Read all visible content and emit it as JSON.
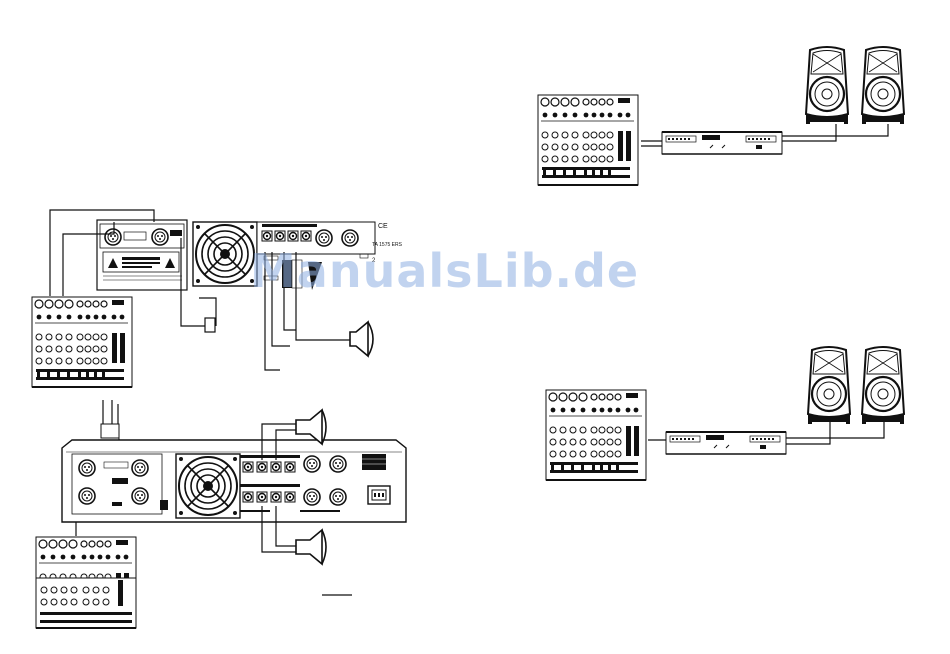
{
  "page": {
    "watermark": "ManualsLib.de",
    "panel_labels": {
      "ce_mark": "CE",
      "model_tag": "TA 1575 ERS",
      "channel_tag": "2"
    }
  },
  "colors": {
    "ink": "#111111",
    "watermark": "#8fb0e3",
    "background": "#ffffff"
  },
  "icons": [
    "mixer-icon",
    "amplifier-icon",
    "speaker-cabinet-icon",
    "horn-speaker-icon",
    "cooling-fan-icon",
    "power-socket-icon"
  ]
}
